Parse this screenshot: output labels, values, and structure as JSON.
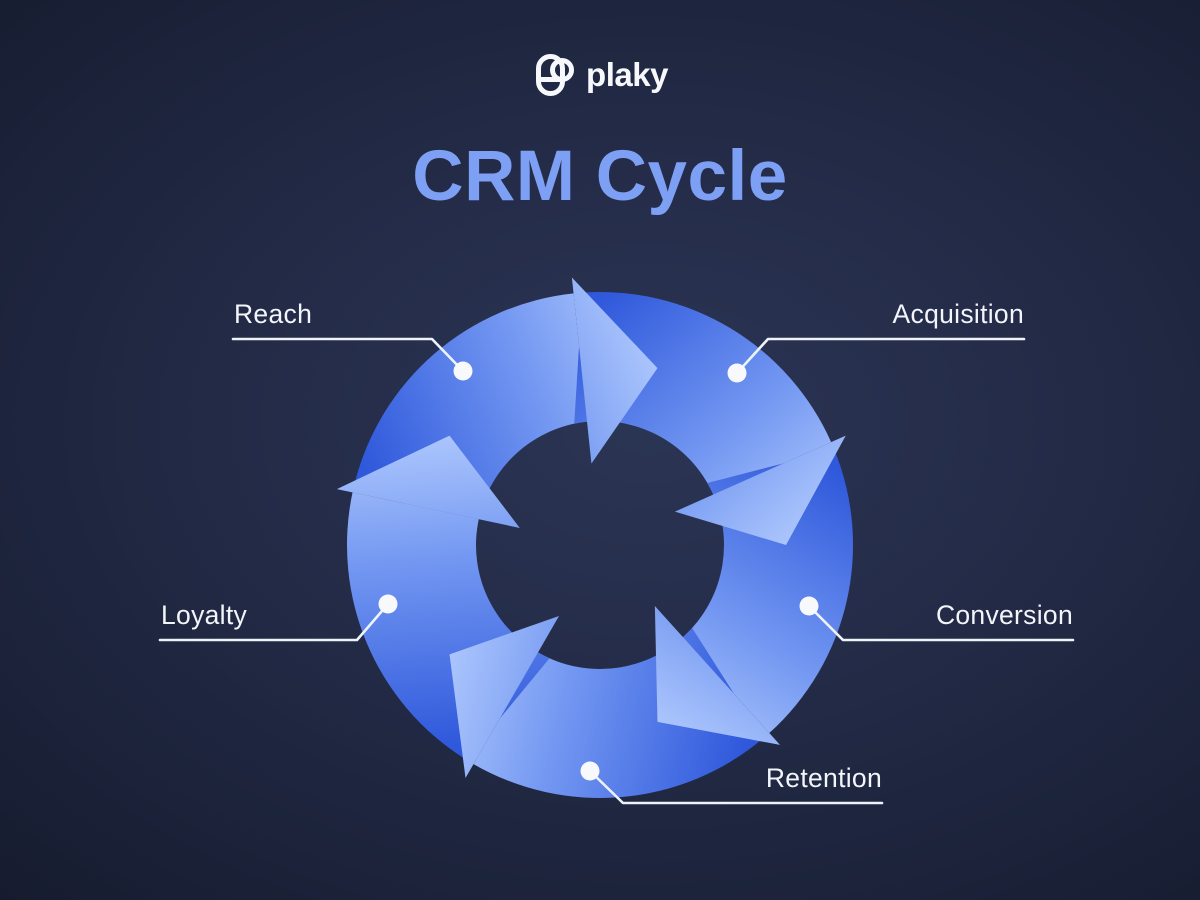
{
  "logo": {
    "text": "plaky"
  },
  "title": "CRM Cycle",
  "diagram": {
    "type": "cycle",
    "direction": "clockwise",
    "stages": [
      {
        "label": "Reach"
      },
      {
        "label": "Acquisition"
      },
      {
        "label": "Conversion"
      },
      {
        "label": "Retention"
      },
      {
        "label": "Loyalty"
      }
    ]
  },
  "colors": {
    "background_navy_center": "#2b3554",
    "background_navy_edge": "#12172a",
    "arrow_dark_blue": "#2f58db",
    "arrow_light_blue": "#abc5fc",
    "title_blue": "#7da0f4",
    "label_white": "#f2f5fa"
  }
}
